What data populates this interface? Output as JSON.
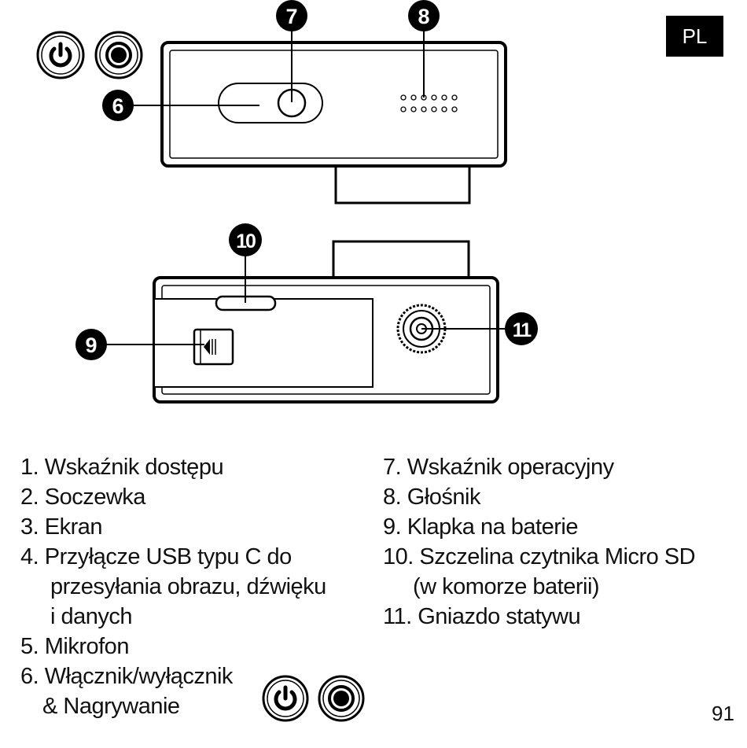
{
  "language_badge": "PL",
  "page_number": "91",
  "callouts": [
    "6",
    "7",
    "8",
    "9",
    "10",
    "11"
  ],
  "legend_left": [
    {
      "lines": [
        "1. Wskaźnik dostępu"
      ]
    },
    {
      "lines": [
        "2. Soczewka"
      ]
    },
    {
      "lines": [
        "3. Ekran"
      ]
    },
    {
      "lines": [
        "4. Przyłącze USB typu C do",
        "przesyłania obrazu, dźwięku",
        "i danych"
      ]
    },
    {
      "lines": [
        "5. Mikrofon"
      ]
    },
    {
      "lines": [
        "6. Włącznik/wyłącznik",
        "& Nagrywanie"
      ]
    }
  ],
  "legend_right": [
    {
      "lines": [
        "7. Wskaźnik operacyjny"
      ]
    },
    {
      "lines": [
        "8. Głośnik"
      ]
    },
    {
      "lines": [
        "9. Klapka na baterie"
      ]
    },
    {
      "lines": [
        "10. Szczelina czytnika Micro SD",
        "(w komorze baterii)"
      ]
    },
    {
      "lines": [
        "11. Gniazdo statywu"
      ]
    }
  ],
  "icons": [
    "power-icon",
    "record-icon"
  ]
}
